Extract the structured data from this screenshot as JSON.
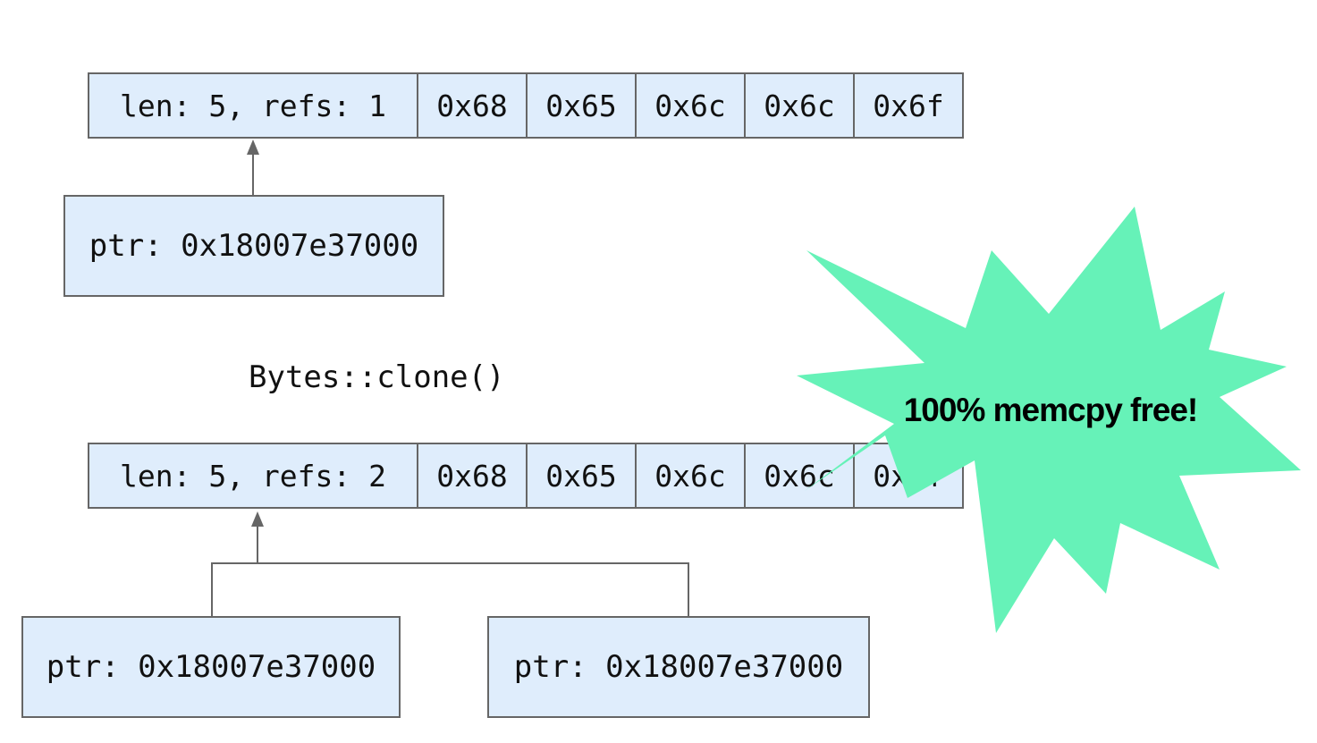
{
  "diagram": {
    "top_bytes": {
      "header": "len: 5, refs: 1",
      "cells": [
        "0x68",
        "0x65",
        "0x6c",
        "0x6c",
        "0x6f"
      ]
    },
    "top_ptr": {
      "label": "ptr: 0x18007e37000"
    },
    "clone_label": "Bytes::clone()",
    "bottom_bytes": {
      "header": "len: 5, refs: 2",
      "cells": [
        "0x68",
        "0x65",
        "0x6c",
        "0x6c",
        "0x6f"
      ]
    },
    "bottom_ptr_left": {
      "label": "ptr: 0x18007e37000"
    },
    "bottom_ptr_right": {
      "label": "ptr: 0x18007e37000"
    },
    "burst": {
      "label": "100% memcpy free!"
    },
    "colors": {
      "cell_fill": "#dfedfc",
      "cell_border": "#666666",
      "connector": "#666666",
      "burst_fill": "#66f2b8",
      "text": "#111111",
      "burst_text": "#000000"
    }
  }
}
